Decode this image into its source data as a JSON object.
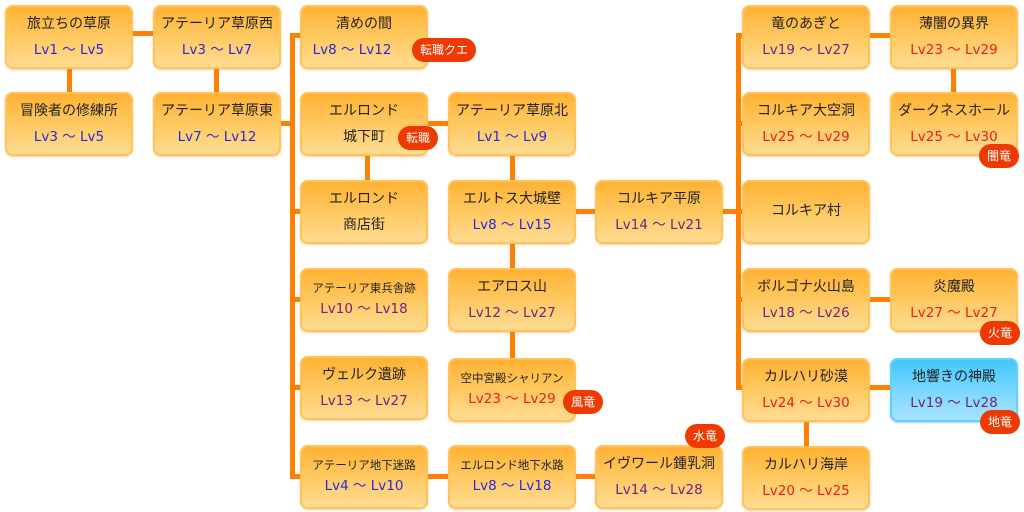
{
  "title": "エリアマップ",
  "colors": {
    "connector": "#ff8000",
    "node_orange": "#ffc35a",
    "node_blue": "#62cfff",
    "level_low": "#2a2ad8",
    "level_mid": "#7a1e82",
    "level_high": "#ee1a1a",
    "badge": "#ee3a00"
  },
  "nodes": {
    "tabidachi": {
      "name": "旅立ちの草原",
      "level": "Lv1 〜 Lv5"
    },
    "boukensha": {
      "name": "冒険者の修練所",
      "level": "Lv3 〜 Lv5"
    },
    "ateria_nishi": {
      "name": "アテーリア草原西",
      "level": "Lv3 〜 Lv7"
    },
    "ateria_higashi": {
      "name": "アテーリア草原東",
      "level": "Lv7 〜 Lv12"
    },
    "kiyome": {
      "name": "清めの間",
      "level": "Lv8 〜 Lv12",
      "badge": "転職クエ"
    },
    "elrond_jokamachi": {
      "name": "エルロンド",
      "name2": "城下町",
      "badge": "転職"
    },
    "elrond_shotengai": {
      "name": "エルロンド",
      "name2": "商店街"
    },
    "ateria_heisha": {
      "name": "アテーリア東兵舎跡",
      "level": "Lv10 〜 Lv18"
    },
    "verk": {
      "name": "ヴェルク遺跡",
      "level": "Lv13 〜 Lv27"
    },
    "ateria_chika": {
      "name": "アテーリア地下迷路",
      "level": "Lv4 〜 Lv10"
    },
    "ateria_kita": {
      "name": "アテーリア草原北",
      "level": "Lv1 〜 Lv9"
    },
    "eltos": {
      "name": "エルトス大城壁",
      "level": "Lv8 〜 Lv15"
    },
    "aeros": {
      "name": "エアロス山",
      "level": "Lv12 〜 Lv27"
    },
    "shariann": {
      "name": "空中宮殿シャリアン",
      "level": "Lv23 〜 Lv29",
      "badge": "風竜"
    },
    "elrond_suiro": {
      "name": "エルロンド地下水路",
      "level": "Lv8 〜 Lv18"
    },
    "korkia_heigen": {
      "name": "コルキア平原",
      "level": "Lv14 〜 Lv21"
    },
    "ivoir": {
      "name": "イヴワール鍾乳洞",
      "level": "Lv14 〜 Lv28",
      "badge": "水竜"
    },
    "ryu_no_agito": {
      "name": "竜のあぎと",
      "level": "Lv19 〜 Lv27"
    },
    "korkia_kudo": {
      "name": "コルキア大空洞",
      "level": "Lv25 〜 Lv29"
    },
    "korkia_mura": {
      "name": "コルキア村"
    },
    "volgona": {
      "name": "ボルゴナ火山島",
      "level": "Lv18 〜 Lv26"
    },
    "karuhari_sabaku": {
      "name": "カルハリ砂漠",
      "level": "Lv24 〜 Lv30"
    },
    "karuhari_kaigan": {
      "name": "カルハリ海岸",
      "level": "Lv20 〜 Lv25"
    },
    "usuyami": {
      "name": "薄闇の異界",
      "level": "Lv23 〜 Lv29"
    },
    "darkness": {
      "name": "ダークネスホール",
      "level": "Lv25 〜 Lv30",
      "badge": "闇竜"
    },
    "enmaden": {
      "name": "炎魔殿",
      "level": "Lv27 〜 Lv27",
      "badge": "火竜"
    },
    "jihibiki": {
      "name": "地響きの神殿",
      "level": "Lv19 〜 Lv28",
      "badge": "地竜"
    }
  }
}
